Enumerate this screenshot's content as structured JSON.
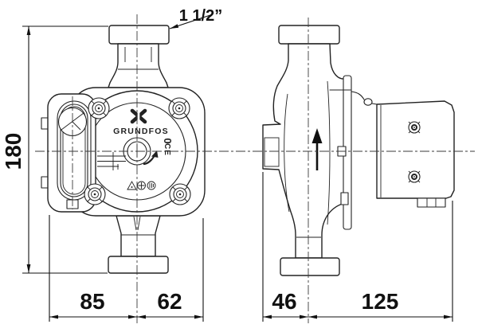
{
  "drawing": {
    "brand": "GRUNDFOS",
    "connection_size": "1 1/2”",
    "face_marks": {
      "zero": "0",
      "ce": "CE"
    },
    "dimensions": {
      "overall_height": "180",
      "front_center_to_left": "85",
      "front_center_to_right": "62",
      "side_center_to_front": "46",
      "side_center_to_back": "125"
    },
    "colors": {
      "background": "#ffffff",
      "line": "#222222",
      "centerline": "#3a3a3a",
      "dimension_text": "#111111"
    },
    "icons": {
      "grundfos_logo": "crossed-blades",
      "flow_direction_arrow": "solid-up-arrow",
      "rotation_direction_arrow": "curved-arrow",
      "approval_marks": "warning-triangle, circled-cross, certification-mark"
    }
  }
}
